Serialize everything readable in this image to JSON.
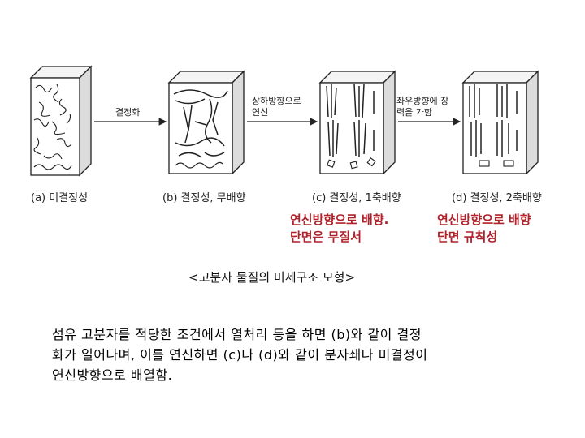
{
  "diagram": {
    "panels": [
      {
        "caption": "(a) 미결정성"
      },
      {
        "caption": "(b) 결정성, 무배향"
      },
      {
        "caption": "(c) 결정성, 1축배향"
      },
      {
        "caption": "(d) 결정성, 2축배향"
      }
    ],
    "arrows": [
      {
        "label": "결정화"
      },
      {
        "label_lines": [
          "상하방향으로",
          "연신"
        ]
      },
      {
        "label_lines": [
          "좌우방향에 장",
          "력을 가함"
        ]
      }
    ],
    "notes": [
      {
        "lines": [
          "연신방향으로 배향.",
          "단면은 무질서"
        ]
      },
      {
        "lines": [
          "연신방향으로 배향",
          "단면 규칙성"
        ]
      }
    ]
  },
  "figure_title": "<고분자 물질의 미세구조 모형>",
  "description_lines": [
    "섬유 고분자를 적당한 조건에서 열처리 등을 하면 (b)와 같이 결정",
    "화가 일어나며, 이를 연신하면 (c)나 (d)와 같이 분자쇄나 미결정이",
    "연신방향으로 배열함."
  ]
}
